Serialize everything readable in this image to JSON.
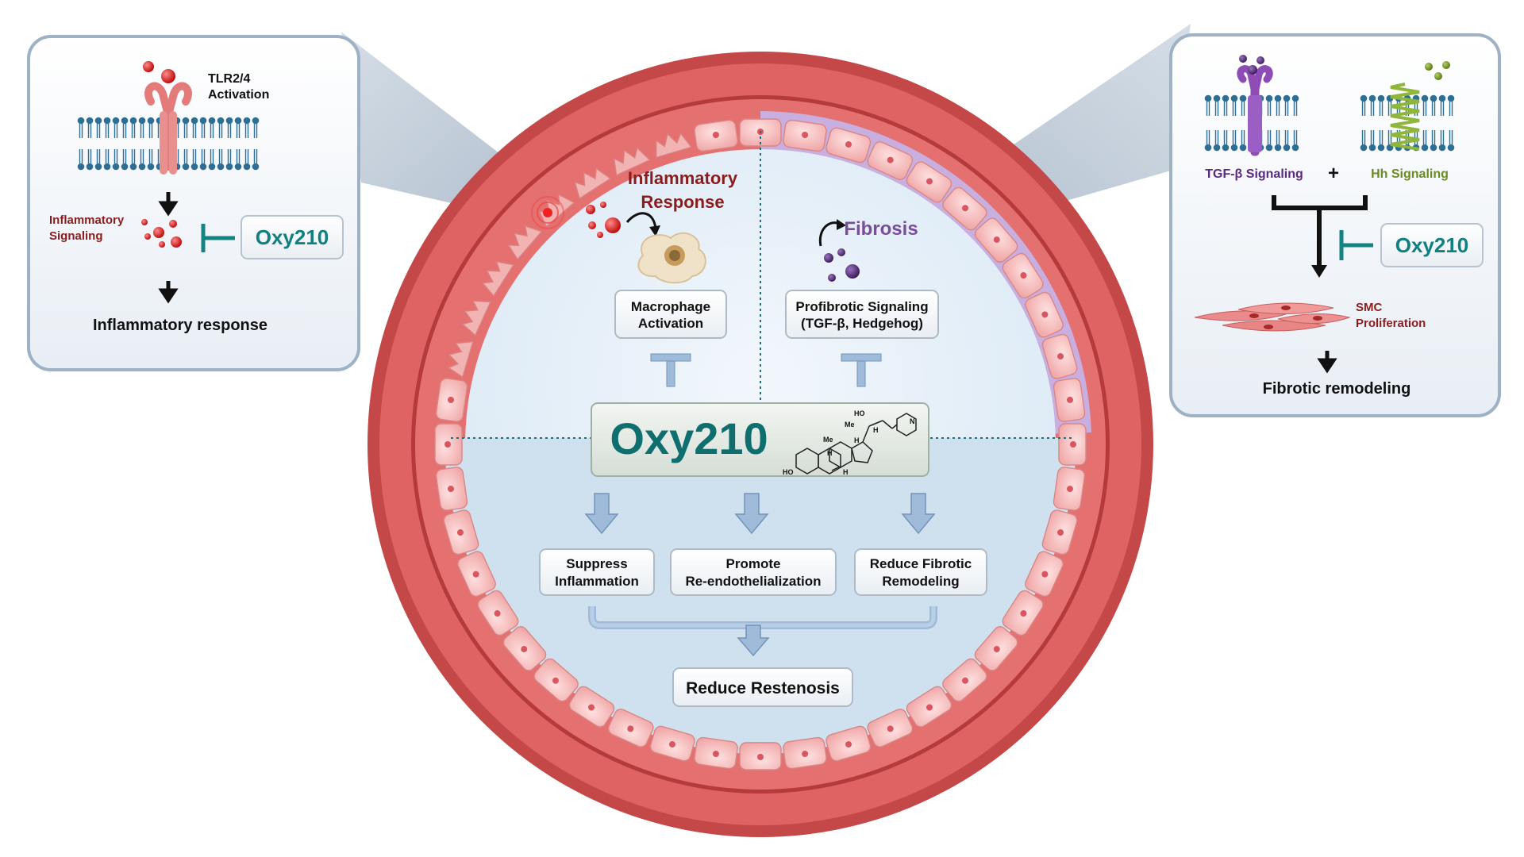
{
  "left_panel": {
    "receptor_label_1": "TLR2/4",
    "receptor_label_2": "Activation",
    "signaling_label_1": "Inflammatory",
    "signaling_label_2": "Signaling",
    "drug": "Oxy210",
    "outcome": "Inflammatory response"
  },
  "right_panel": {
    "tgf_label": "TGF-β Signaling",
    "plus": "+",
    "hh_label": "Hh Signaling",
    "drug": "Oxy210",
    "smc_label_1": "SMC",
    "smc_label_2": "Proliferation",
    "outcome": "Fibrotic remodeling"
  },
  "center": {
    "inflammatory_title_1": "Inflammatory",
    "inflammatory_title_2": "Response",
    "fibrosis_title": "Fibrosis",
    "macrophage_box_1": "Macrophage",
    "macrophage_box_2": "Activation",
    "profibrotic_box_1": "Profibrotic Signaling",
    "profibrotic_box_2": "(TGF-β, Hedgehog)",
    "drug_title": "Oxy210",
    "chem": {
      "ho_top": "HO",
      "me1": "Me",
      "me2": "Me",
      "h1": "H",
      "h2": "H",
      "h3": "H",
      "h4": "H",
      "ho_bottom": "HO",
      "n": "N"
    },
    "effect_1_line1": "Suppress",
    "effect_1_line2": "Inflammation",
    "effect_2_line1": "Promote",
    "effect_2_line2": "Re-endothelialization",
    "effect_3_line1": "Reduce Fibrotic",
    "effect_3_line2": "Remodeling",
    "final": "Reduce Restenosis"
  },
  "colors": {
    "vessel_red": "#dc5b5b",
    "vessel_dark": "#b43a3a",
    "endothelial_pink": "#f7c6c6",
    "lumen_light": "#e9f2fa",
    "lumen_blue": "#cfe1ef",
    "fibrosis_purple": "#b89ad3",
    "teal": "#0f7f7f",
    "inflammatory_red": "#8b1c1c",
    "fibrosis_text": "#7a4d9a",
    "tgf_purple": "#5b2a80",
    "hh_olive": "#6a8a22",
    "arrow_blue": "#8fb2d6"
  }
}
